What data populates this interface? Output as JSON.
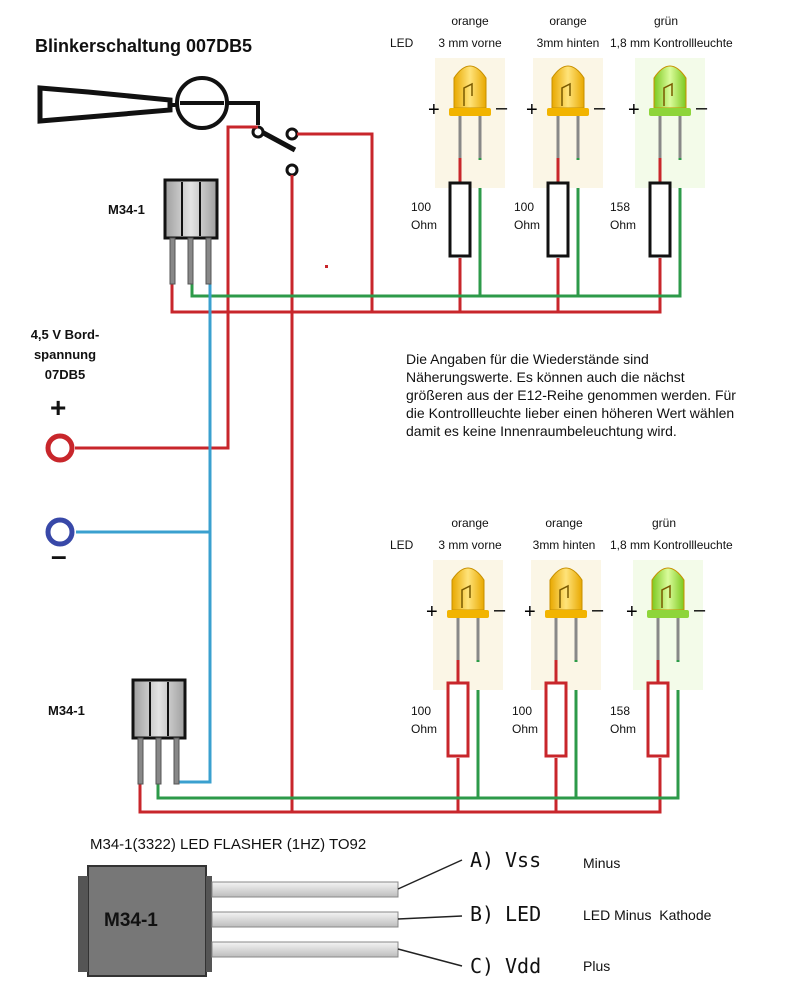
{
  "title": "Blinkerschaltung 007DB5",
  "top_panel": {
    "led_label": "LED",
    "leds": [
      {
        "color_name": "orange",
        "desc": "3 mm vorne",
        "resistor": "100",
        "unit": "Ohm"
      },
      {
        "color_name": "orange",
        "desc": "3mm hinten",
        "resistor": "100",
        "unit": "Ohm"
      },
      {
        "color_name": "grün",
        "desc": "1,8 mm Kontrollleuchte",
        "resistor": "158",
        "unit": "Ohm"
      }
    ]
  },
  "bottom_panel": {
    "led_label": "LED",
    "leds": [
      {
        "color_name": "orange",
        "desc": "3 mm vorne",
        "resistor": "100",
        "unit": "Ohm"
      },
      {
        "color_name": "orange",
        "desc": "3mm hinten",
        "resistor": "100",
        "unit": "Ohm"
      },
      {
        "color_name": "grün",
        "desc": "1,8 mm Kontrollleuchte",
        "resistor": "158",
        "unit": "Ohm"
      }
    ]
  },
  "chips": {
    "top": "M34-1",
    "bottom": "M34-1"
  },
  "supply": {
    "line1": "4,5 V Bord-",
    "line2": "spannung",
    "line3": "07DB5",
    "plus": "+",
    "minus": "–"
  },
  "note": "Die Angaben für die Wiederstände sind Näherungswerte. Es können auch die nächst größeren aus der E12-Reihe genommen werden. Für die Kontrollleuchte lieber einen höheren Wert wählen damit es keine Innenraumbeleuchtung wird.",
  "pinout": {
    "heading": "M34-1(3322) LED FLASHER (1HZ) TO92",
    "chip_label": "M34-1",
    "pins": [
      {
        "letter": "A)",
        "name": "Vss",
        "desc": "Minus"
      },
      {
        "letter": "B)",
        "name": "LED",
        "desc": "LED Minus  Kathode"
      },
      {
        "letter": "C)",
        "name": "Vdd",
        "desc": "Plus"
      }
    ]
  },
  "colors": {
    "red": "#c8262b",
    "green": "#2d9a49",
    "blue": "#3aa0cf",
    "dark_blue": "#3848a8",
    "orange_led": "#f2c21a",
    "green_led": "#a6e04a",
    "chip": "#c0c0c0"
  }
}
